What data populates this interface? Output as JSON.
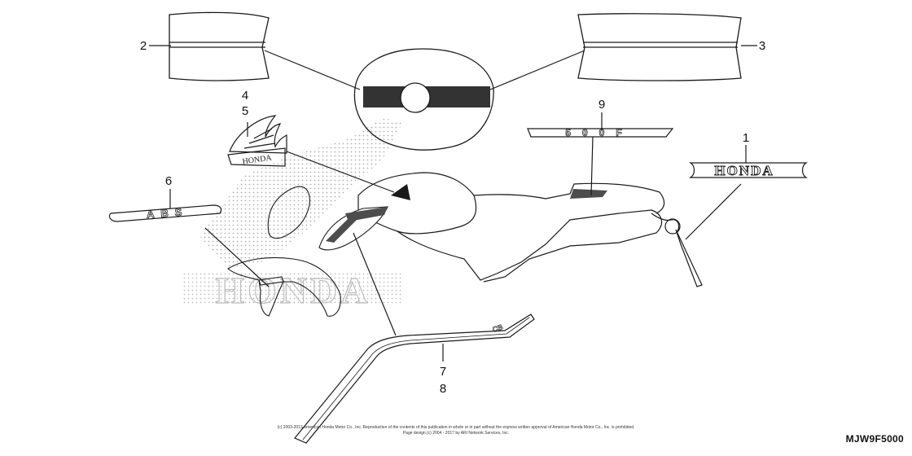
{
  "diagram": {
    "callouts": [
      "1",
      "2",
      "3",
      "4",
      "5",
      "6",
      "7",
      "8",
      "9"
    ],
    "decal_text": {
      "honda_badge": "HONDA",
      "wing_emblem": "HONDA",
      "abs": "ABS",
      "tail": "500F",
      "model": "CB",
      "ghost_logo": "HONDA"
    },
    "diagram_code": "MJW9F5000",
    "copyright_line1": "(c) 2003-2013 American Honda Motor Co., Inc. Reproduction of the contents of this publication in whole or in part without the express written approval of American Honda Motor Co., Inc. is prohibited.",
    "copyright_line2": "Page design (c) 2004 - 2017 by ARI Network Services, Inc."
  },
  "colors": {
    "line": "#1a1a1a",
    "stipple": "#b0b0b0",
    "stripe": "#333333",
    "background": "#ffffff"
  }
}
